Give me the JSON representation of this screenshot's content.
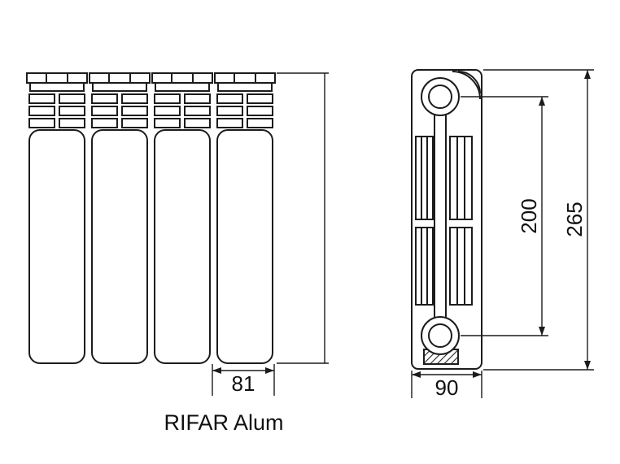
{
  "drawing": {
    "title": "RIFAR Alum",
    "dimensions": {
      "section_width_mm": "81",
      "depth_mm": "90",
      "center_distance_mm": "200",
      "height_mm": "265"
    }
  }
}
